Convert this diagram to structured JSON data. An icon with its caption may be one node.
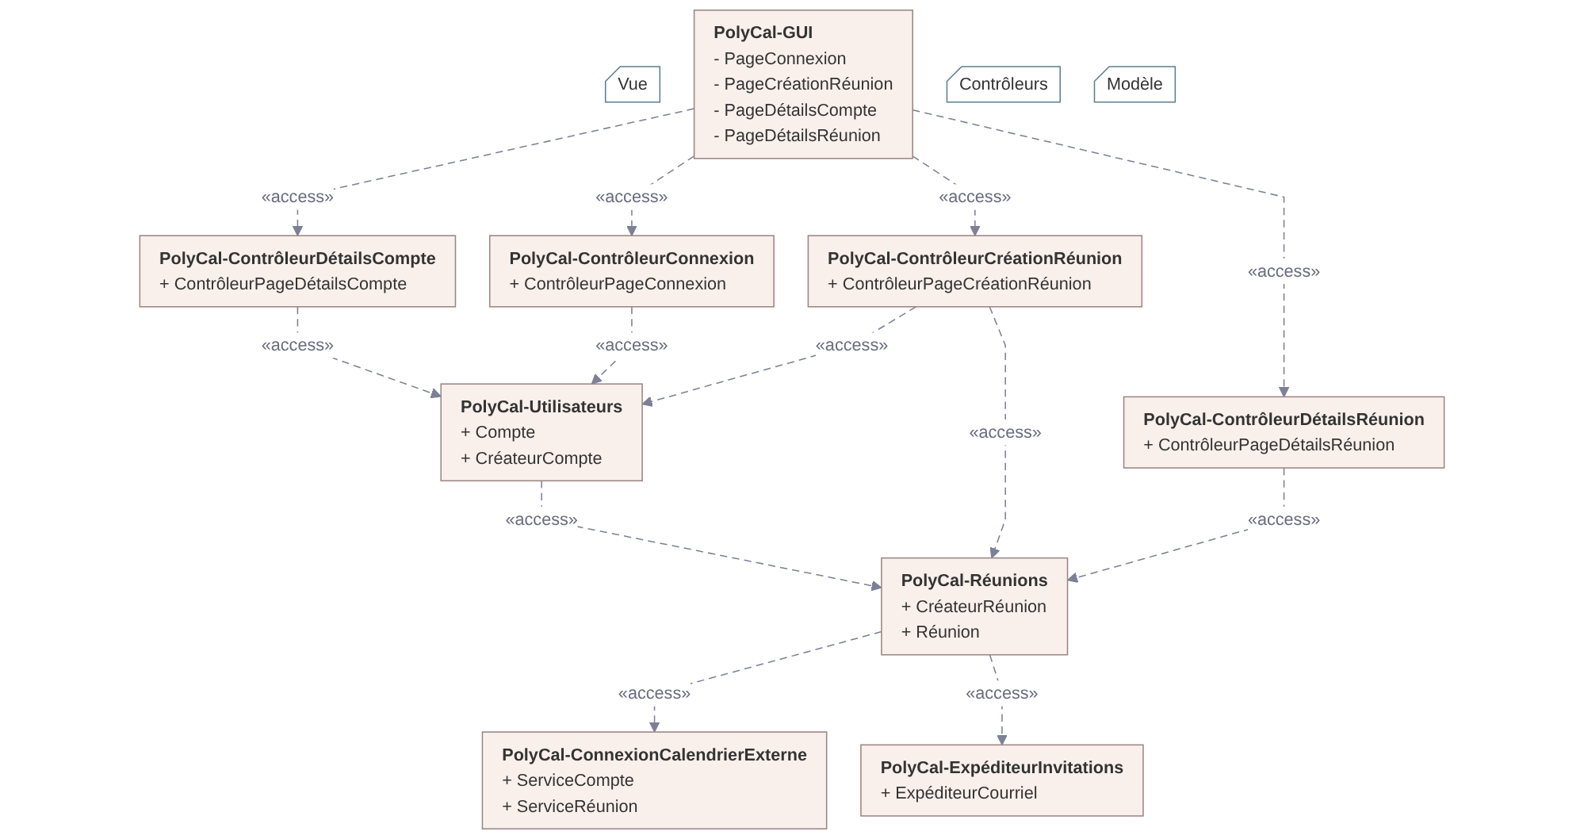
{
  "diagram": {
    "nodes": [
      {
        "text": [
          "Vue"
        ]
      },
      {
        "text": [
          "PolyCal-GUI",
          "- PageConnexion",
          "- PageCréationRéunion",
          "- PageDétailsCompte",
          "- PageDétailsRéunion"
        ]
      },
      {
        "text": [
          "Contrôleurs"
        ]
      },
      {
        "text": [
          "PolyCal-ContrôleurDétailsCompte",
          "+ ContrôleurPageDétailsCompte"
        ]
      },
      {
        "text": [
          "PolyCal-ContrôleurConnexion",
          "+ ContrôleurPageConnexion"
        ]
      },
      {
        "text": [
          "PolyCal-ContrôleurCréationRéunion",
          "+ ContrôleurPageCréationRéunion"
        ]
      },
      {
        "text": [
          "PolyCal-ContrôleurDétailsRéunion",
          "+ ContrôleurPageDétailsRéunion"
        ]
      },
      {
        "text": [
          "Modèle"
        ]
      },
      {
        "text": [
          "PolyCal-Utilisateurs",
          "+ Compte",
          "+ CréateurCompte"
        ]
      },
      {
        "text": [
          "PolyCal-Réunions",
          "+ CréateurRéunion",
          "+ Réunion"
        ]
      },
      {
        "text": [
          "PolyCal-ConnexionCalendrierExterne",
          "+ ServiceCompte",
          "+ ServiceRéunion"
        ]
      },
      {
        "text": [
          "PolyCal-ExpéditeurInvitations",
          "+ ExpéditeurCourriel"
        ]
      }
    ],
    "edges": [
      {
        "from": 1,
        "to": 3,
        "arrow": "to",
        "label": "«access»",
        "style": "dashed"
      },
      {
        "from": 1,
        "to": 4,
        "arrow": "to",
        "label": "«access»",
        "style": "dashed"
      },
      {
        "from": 1,
        "to": 5,
        "arrow": "to",
        "label": "«access»",
        "style": "dashed"
      },
      {
        "from": 1,
        "to": 6,
        "arrow": "to",
        "label": "«access»",
        "style": "dashed"
      },
      {
        "from": 3,
        "to": 8,
        "arrow": "to",
        "label": "«access»",
        "style": "dashed"
      },
      {
        "from": 4,
        "to": 8,
        "arrow": "to",
        "label": "«access»",
        "style": "dashed"
      },
      {
        "from": 5,
        "to": 8,
        "arrow": "to",
        "label": "«access»",
        "style": "dashed"
      },
      {
        "from": 5,
        "to": 9,
        "arrow": "to",
        "label": "«access»",
        "style": "dashed"
      },
      {
        "from": 6,
        "to": 9,
        "arrow": "to",
        "label": "«access»",
        "style": "dashed"
      },
      {
        "from": 8,
        "to": 9,
        "arrow": "to",
        "label": "«access»",
        "style": "dashed"
      },
      {
        "from": 9,
        "to": 10,
        "arrow": "to",
        "label": "«access»",
        "style": "dashed"
      },
      {
        "from": 9,
        "to": 11,
        "arrow": "to",
        "label": "«access»",
        "style": "dashed"
      }
    ]
  }
}
